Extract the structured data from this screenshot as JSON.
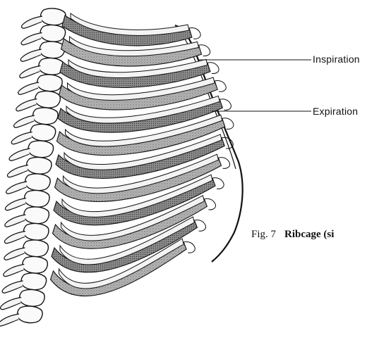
{
  "labels": {
    "inspiration": "Inspiration",
    "expiration": "Expiration"
  },
  "caption": {
    "figure_number": "Fig. 7",
    "title": "Ribcage (si"
  },
  "colors": {
    "ink": "#111111",
    "rib_shade": "#a8a8a8",
    "rib_light": "#ececec",
    "background": "#ffffff"
  }
}
